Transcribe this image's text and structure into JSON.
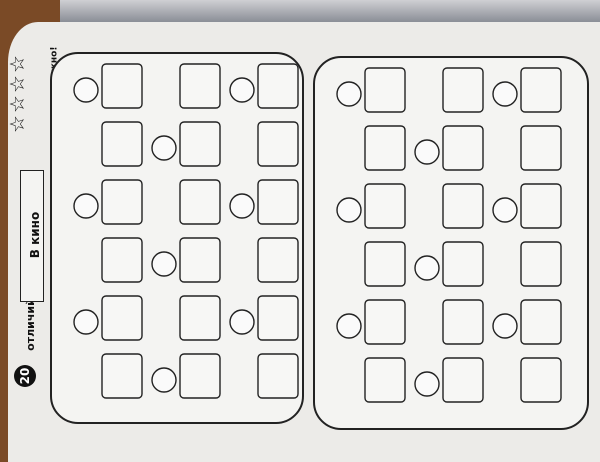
{
  "book": {
    "count": "20",
    "count_label": "отличий",
    "title": "В кино",
    "difficulty": "Сложно!",
    "stars": 4
  },
  "panels": [
    "left-picture",
    "right-picture"
  ]
}
